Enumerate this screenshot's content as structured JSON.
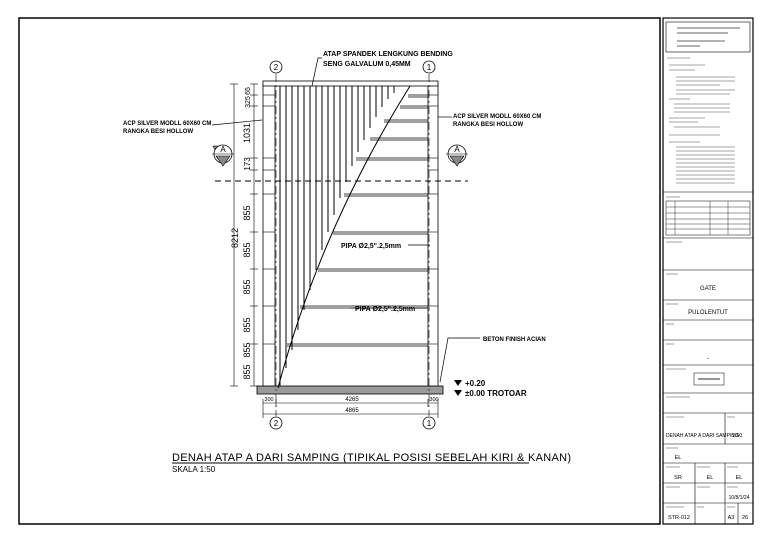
{
  "drawing": {
    "labels": {
      "roof": "ATAP SPANDEK LENGKUNG BENDING",
      "roof_material": "SENG GALVALUM 0,45MM",
      "acp_left_1": "ACP SILVER MODLL 60X60 CM",
      "acp_left_2": "RANGKA BESI HOLLOW",
      "acp_right_1": "ACP SILVER MODLL 60X60 CM",
      "acp_right_2": "RANGKA BESI HOLLOW",
      "pipe_1": "PIPA Ø2,5\".2,5mm",
      "pipe_2": "PIPA Ø2,5\".2,5mm",
      "beton": "BETON FINISH ACIAN",
      "level_1": "+0.20",
      "level_2": "±0.00 TROTOAR"
    },
    "section_marker": "A",
    "grid_top": [
      "2",
      "1"
    ],
    "grid_bottom": [
      "2",
      "1"
    ],
    "vertical_dims": [
      "65",
      "325",
      "1031",
      "173",
      "855",
      "855",
      "855",
      "855",
      "855",
      "855"
    ],
    "vertical_total": "8212",
    "horizontal_dims": [
      "300",
      "4265",
      "300"
    ],
    "horizontal_total": "4865"
  },
  "title": {
    "main": "DENAH ATAP A DARI SAMPING (TIPIKAL POSISI SEBELAH KIRI & KANAN)",
    "scale": "SKALA 1:50"
  },
  "title_block": {
    "gate": "GATE",
    "location": "PULOLENTUT",
    "dash": "-",
    "sheet_title": "DENAH ATAP A DARI SAMPING",
    "sheet_scale": "1:50",
    "el_1": "EL",
    "sr": "SR",
    "el_2": "EL",
    "el_3": "EL",
    "date": "10/8/1/24",
    "drawing_no": "STR-012",
    "paper": "A3",
    "sheet_no": "26"
  }
}
